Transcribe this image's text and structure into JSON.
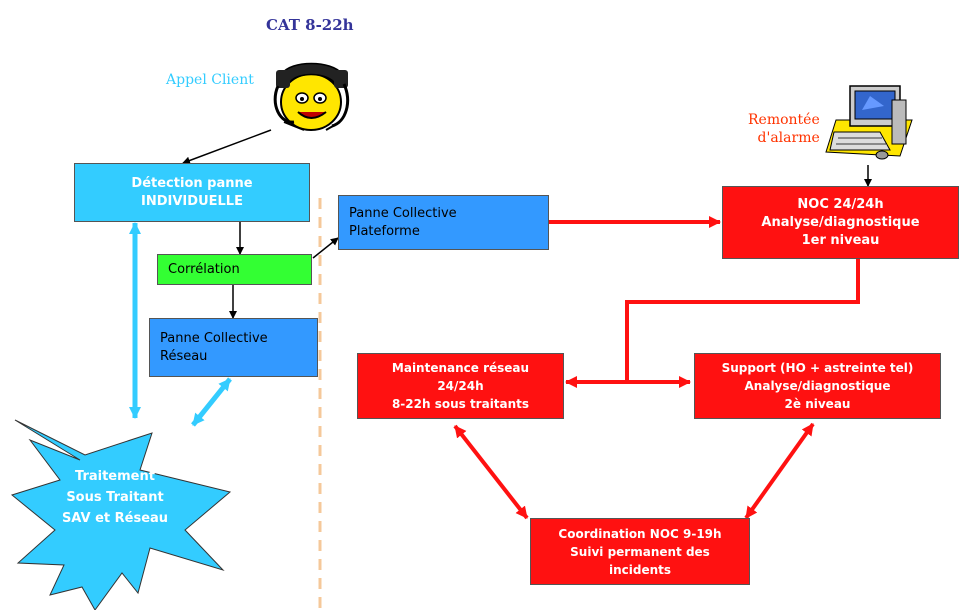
{
  "header": {
    "title": "CAT 8-22h",
    "title_color": "#333399"
  },
  "labels": {
    "appel_client": "Appel Client",
    "remontee_line1": "Remontée",
    "remontee_line2": "d'alarme"
  },
  "boxes": {
    "detection": {
      "line1": "Détection panne",
      "line2": "INDIVIDUELLE"
    },
    "correlation": {
      "label": "Corrélation"
    },
    "panne_reseau": {
      "line1": "Panne Collective",
      "line2": "Réseau"
    },
    "panne_plateforme": {
      "line1": "Panne Collective",
      "line2": "Plateforme"
    },
    "noc": {
      "line1": "NOC 24/24h",
      "line2": "Analyse/diagnostique",
      "line3": "1er niveau"
    },
    "maintenance": {
      "line1": "Maintenance réseau",
      "line2": "24/24h",
      "line3": "8-22h sous traitants"
    },
    "support": {
      "line1": "Support (HO + astreinte tel)",
      "line2": "Analyse/diagnostique",
      "line3": "2è niveau"
    },
    "coordination": {
      "line1": "Coordination NOC 9-19h",
      "line2": "Suivi permanent des",
      "line3": "incidents"
    }
  },
  "burst": {
    "line1": "Traitement",
    "line2": "Sous Traitant",
    "line3": "SAV et Réseau"
  },
  "colors": {
    "light_blue": "#33CCFF",
    "mid_blue": "#3399FF",
    "green": "#33FF33",
    "red": "#FF1111",
    "divider": "#F5C89A",
    "label_blue": "#33CCFF",
    "label_red": "#FF3300"
  },
  "icons": [
    "telephone-man-icon",
    "computer-icon"
  ]
}
